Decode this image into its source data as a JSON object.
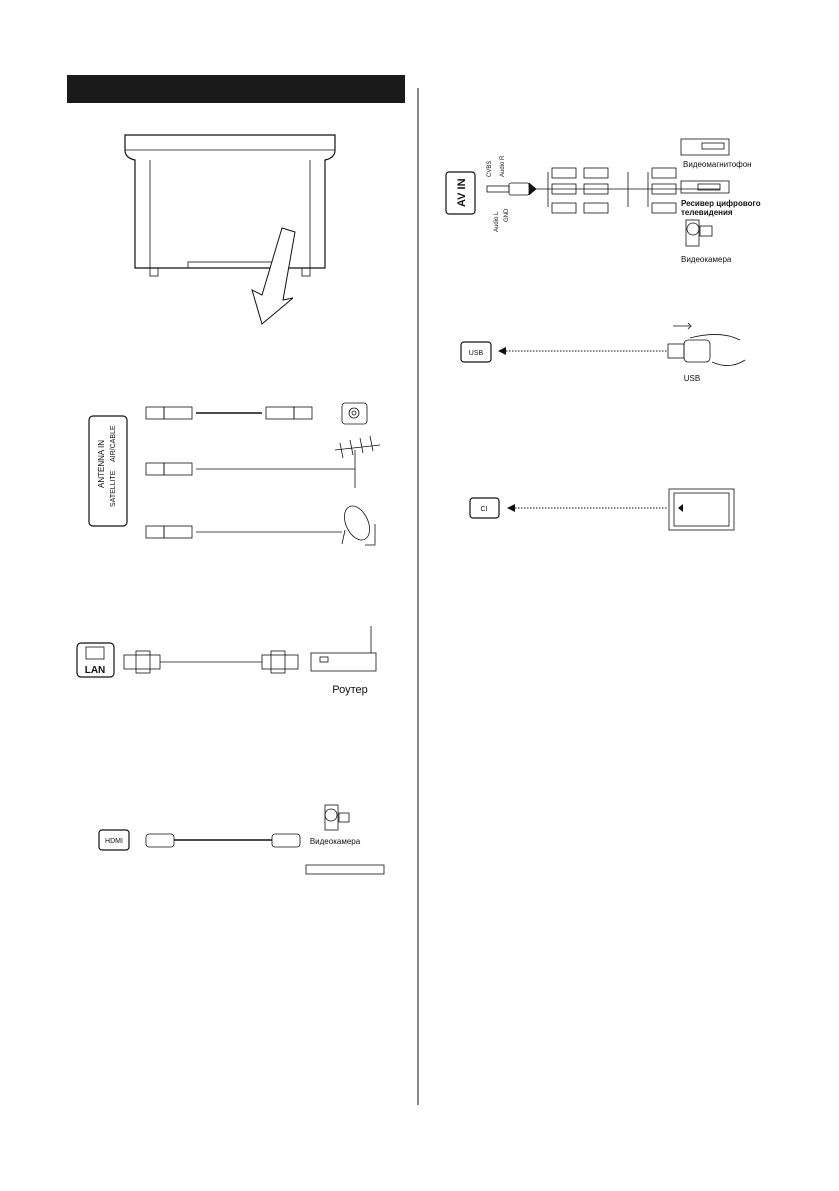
{
  "header_bar_color": "#1a1a1a",
  "antenna": {
    "panel_title": "ANTENNA IN",
    "air_cable": "AIR/CABLE",
    "satellite": "SATELLITE"
  },
  "lan": {
    "port_label": "LAN",
    "device_label": "Роутер"
  },
  "hdmi": {
    "port_label": "HDMI",
    "device_label": "Видеокамера"
  },
  "av": {
    "port_label": "AV IN",
    "pins": {
      "cvbs": "CVBS",
      "audio_r": "Audio R",
      "audio_l": "Audio L",
      "gnd": "GND"
    },
    "devices": {
      "vcr": "Видеомагнитофон",
      "receiver_line1": "Ресивер цифрового",
      "receiver_line2": "телевидения",
      "camcorder": "Видеокамера"
    }
  },
  "usb": {
    "port_label": "USB",
    "device_label": "USB"
  },
  "ci": {
    "port_label": "CI"
  }
}
